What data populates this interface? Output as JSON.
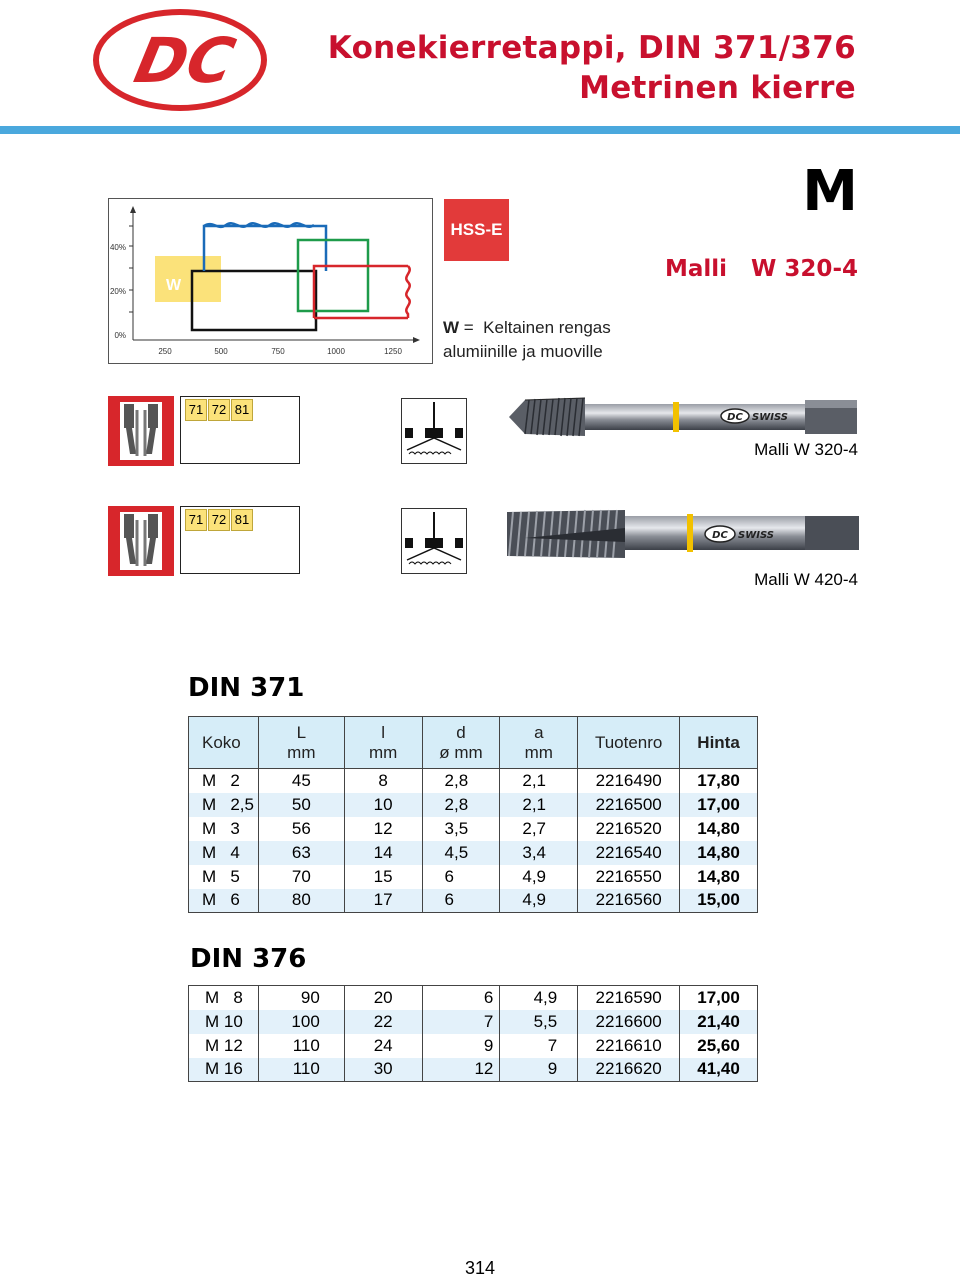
{
  "header": {
    "brand": "DC",
    "title_line1": "Konekierretappi, DIN 371/376",
    "title_line2": "Metrinen kierre",
    "accent_color": "#c8102e",
    "rule_color": "#4aa8dd"
  },
  "chart": {
    "y_ticks": [
      "40%",
      "20%",
      "0%"
    ],
    "x_ticks": [
      "250",
      "500",
      "750",
      "1000",
      "1250"
    ],
    "w_label": "W"
  },
  "material_badge": "HSS-E",
  "thread_letter": "M",
  "model_title": "Malli   W 320-4",
  "w_note": {
    "key": "W",
    "text_line1": " =  Keltainen rengas",
    "text_line2": "alumiinille ja muoville"
  },
  "products": [
    {
      "codes": [
        "71",
        "72",
        "81"
      ],
      "tap_brand": "DC",
      "tap_brand_suffix": "SWISS",
      "label": "Malli W 320-4"
    },
    {
      "codes": [
        "71",
        "72",
        "81"
      ],
      "tap_brand": "DC",
      "tap_brand_suffix": "SWISS",
      "label": "Malli W 420-4"
    }
  ],
  "din371": {
    "heading": "DIN 371",
    "headers": {
      "koko": "Koko",
      "L": "L",
      "L_unit": "mm",
      "l": "l",
      "l_unit": "mm",
      "d": "d",
      "d_unit": "ø mm",
      "a": "a",
      "a_unit": "mm",
      "tuotenro": "Tuotenro",
      "hinta": "Hinta"
    },
    "rows": [
      {
        "koko": "M   2",
        "L": "45",
        "l": "8",
        "d": "2,8",
        "a": "2,1",
        "tuotenro": "2216490",
        "hinta": "17,80"
      },
      {
        "koko": "M   2,5",
        "L": "50",
        "l": "10",
        "d": "2,8",
        "a": "2,1",
        "tuotenro": "2216500",
        "hinta": "17,00"
      },
      {
        "koko": "M   3",
        "L": "56",
        "l": "12",
        "d": "3,5",
        "a": "2,7",
        "tuotenro": "2216520",
        "hinta": "14,80"
      },
      {
        "koko": "M   4",
        "L": "63",
        "l": "14",
        "d": "4,5",
        "a": "3,4",
        "tuotenro": "2216540",
        "hinta": "14,80"
      },
      {
        "koko": "M   5",
        "L": "70",
        "l": "15",
        "d": "6",
        "a": "4,9",
        "tuotenro": "2216550",
        "hinta": "14,80"
      },
      {
        "koko": "M   6",
        "L": "80",
        "l": "17",
        "d": "6",
        "a": "4,9",
        "tuotenro": "2216560",
        "hinta": "15,00"
      }
    ]
  },
  "din376": {
    "heading": "DIN 376",
    "rows": [
      {
        "koko": "M   8",
        "L": "90",
        "l": "20",
        "d": "6",
        "a": "4,9",
        "tuotenro": "2216590",
        "hinta": "17,00"
      },
      {
        "koko": "M 10",
        "L": "100",
        "l": "22",
        "d": "7",
        "a": "5,5",
        "tuotenro": "2216600",
        "hinta": "21,40"
      },
      {
        "koko": "M 12",
        "L": "110",
        "l": "24",
        "d": "9",
        "a": "7",
        "tuotenro": "2216610",
        "hinta": "25,60"
      },
      {
        "koko": "M 16",
        "L": "110",
        "l": "30",
        "d": "12",
        "a": "9",
        "tuotenro": "2216620",
        "hinta": "41,40"
      }
    ]
  },
  "page_number": "314"
}
